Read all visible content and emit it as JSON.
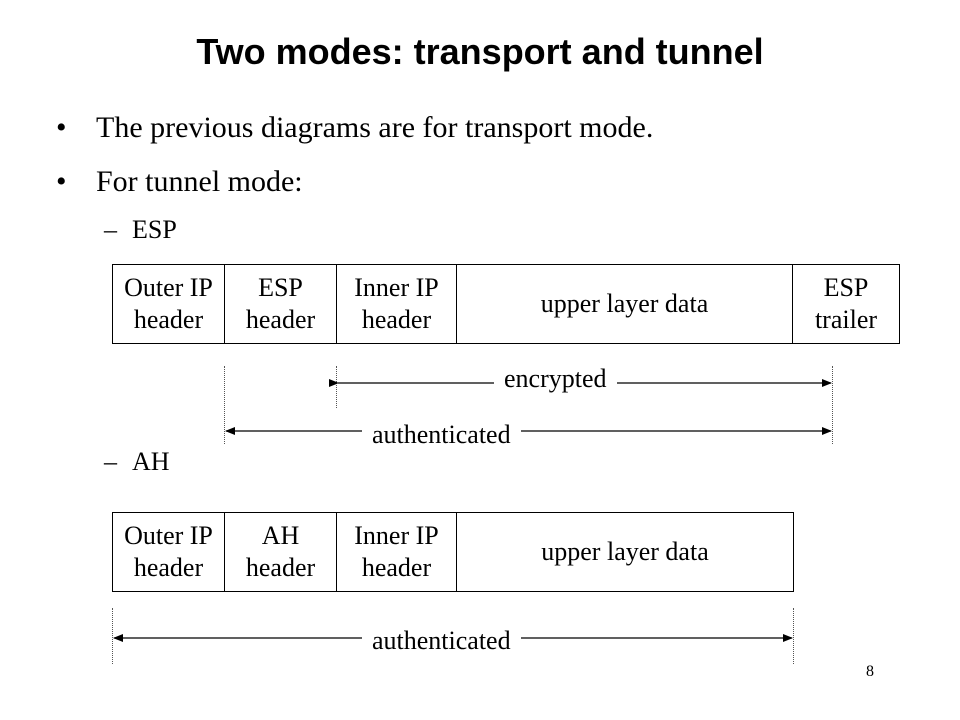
{
  "title": "Two modes: transport and tunnel",
  "bullets": [
    "The previous diagrams are for transport mode.",
    "For tunnel mode:"
  ],
  "esp": {
    "label": "ESP",
    "fields": [
      "Outer IP\nheader",
      "ESP\nheader",
      "Inner IP\nheader",
      "upper layer data",
      "ESP\ntrailer"
    ],
    "encrypted_label": "encrypted",
    "authenticated_label": "authenticated"
  },
  "ah": {
    "label": "AH",
    "fields": [
      "Outer IP\nheader",
      "AH\nheader",
      "Inner IP\nheader",
      "upper layer data"
    ],
    "authenticated_label": "authenticated"
  },
  "page_number": "8"
}
